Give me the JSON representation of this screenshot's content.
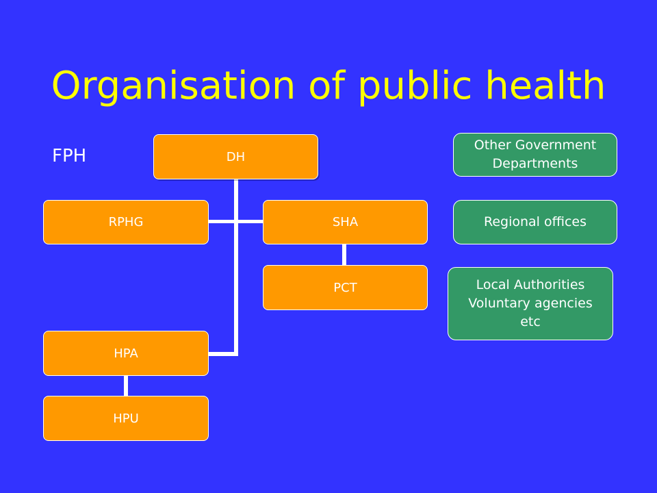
{
  "slide": {
    "title": "Organisation of public health",
    "side_label": "FPH"
  },
  "org_chart": {
    "dh": "DH",
    "rphg": "RPHG",
    "sha": "SHA",
    "pct": "PCT",
    "hpa": "HPA",
    "hpu": "HPU"
  },
  "related_bodies": {
    "other_government": "Other Government\nDepartments",
    "regional_offices": "Regional offices",
    "local_authorities": "Local Authorities\nVoluntary agencies\netc"
  },
  "colors": {
    "background": "#3333ff",
    "title": "#ffff00",
    "org_box": "#ff9900",
    "related_box": "#339966",
    "connector": "#ffffff"
  }
}
